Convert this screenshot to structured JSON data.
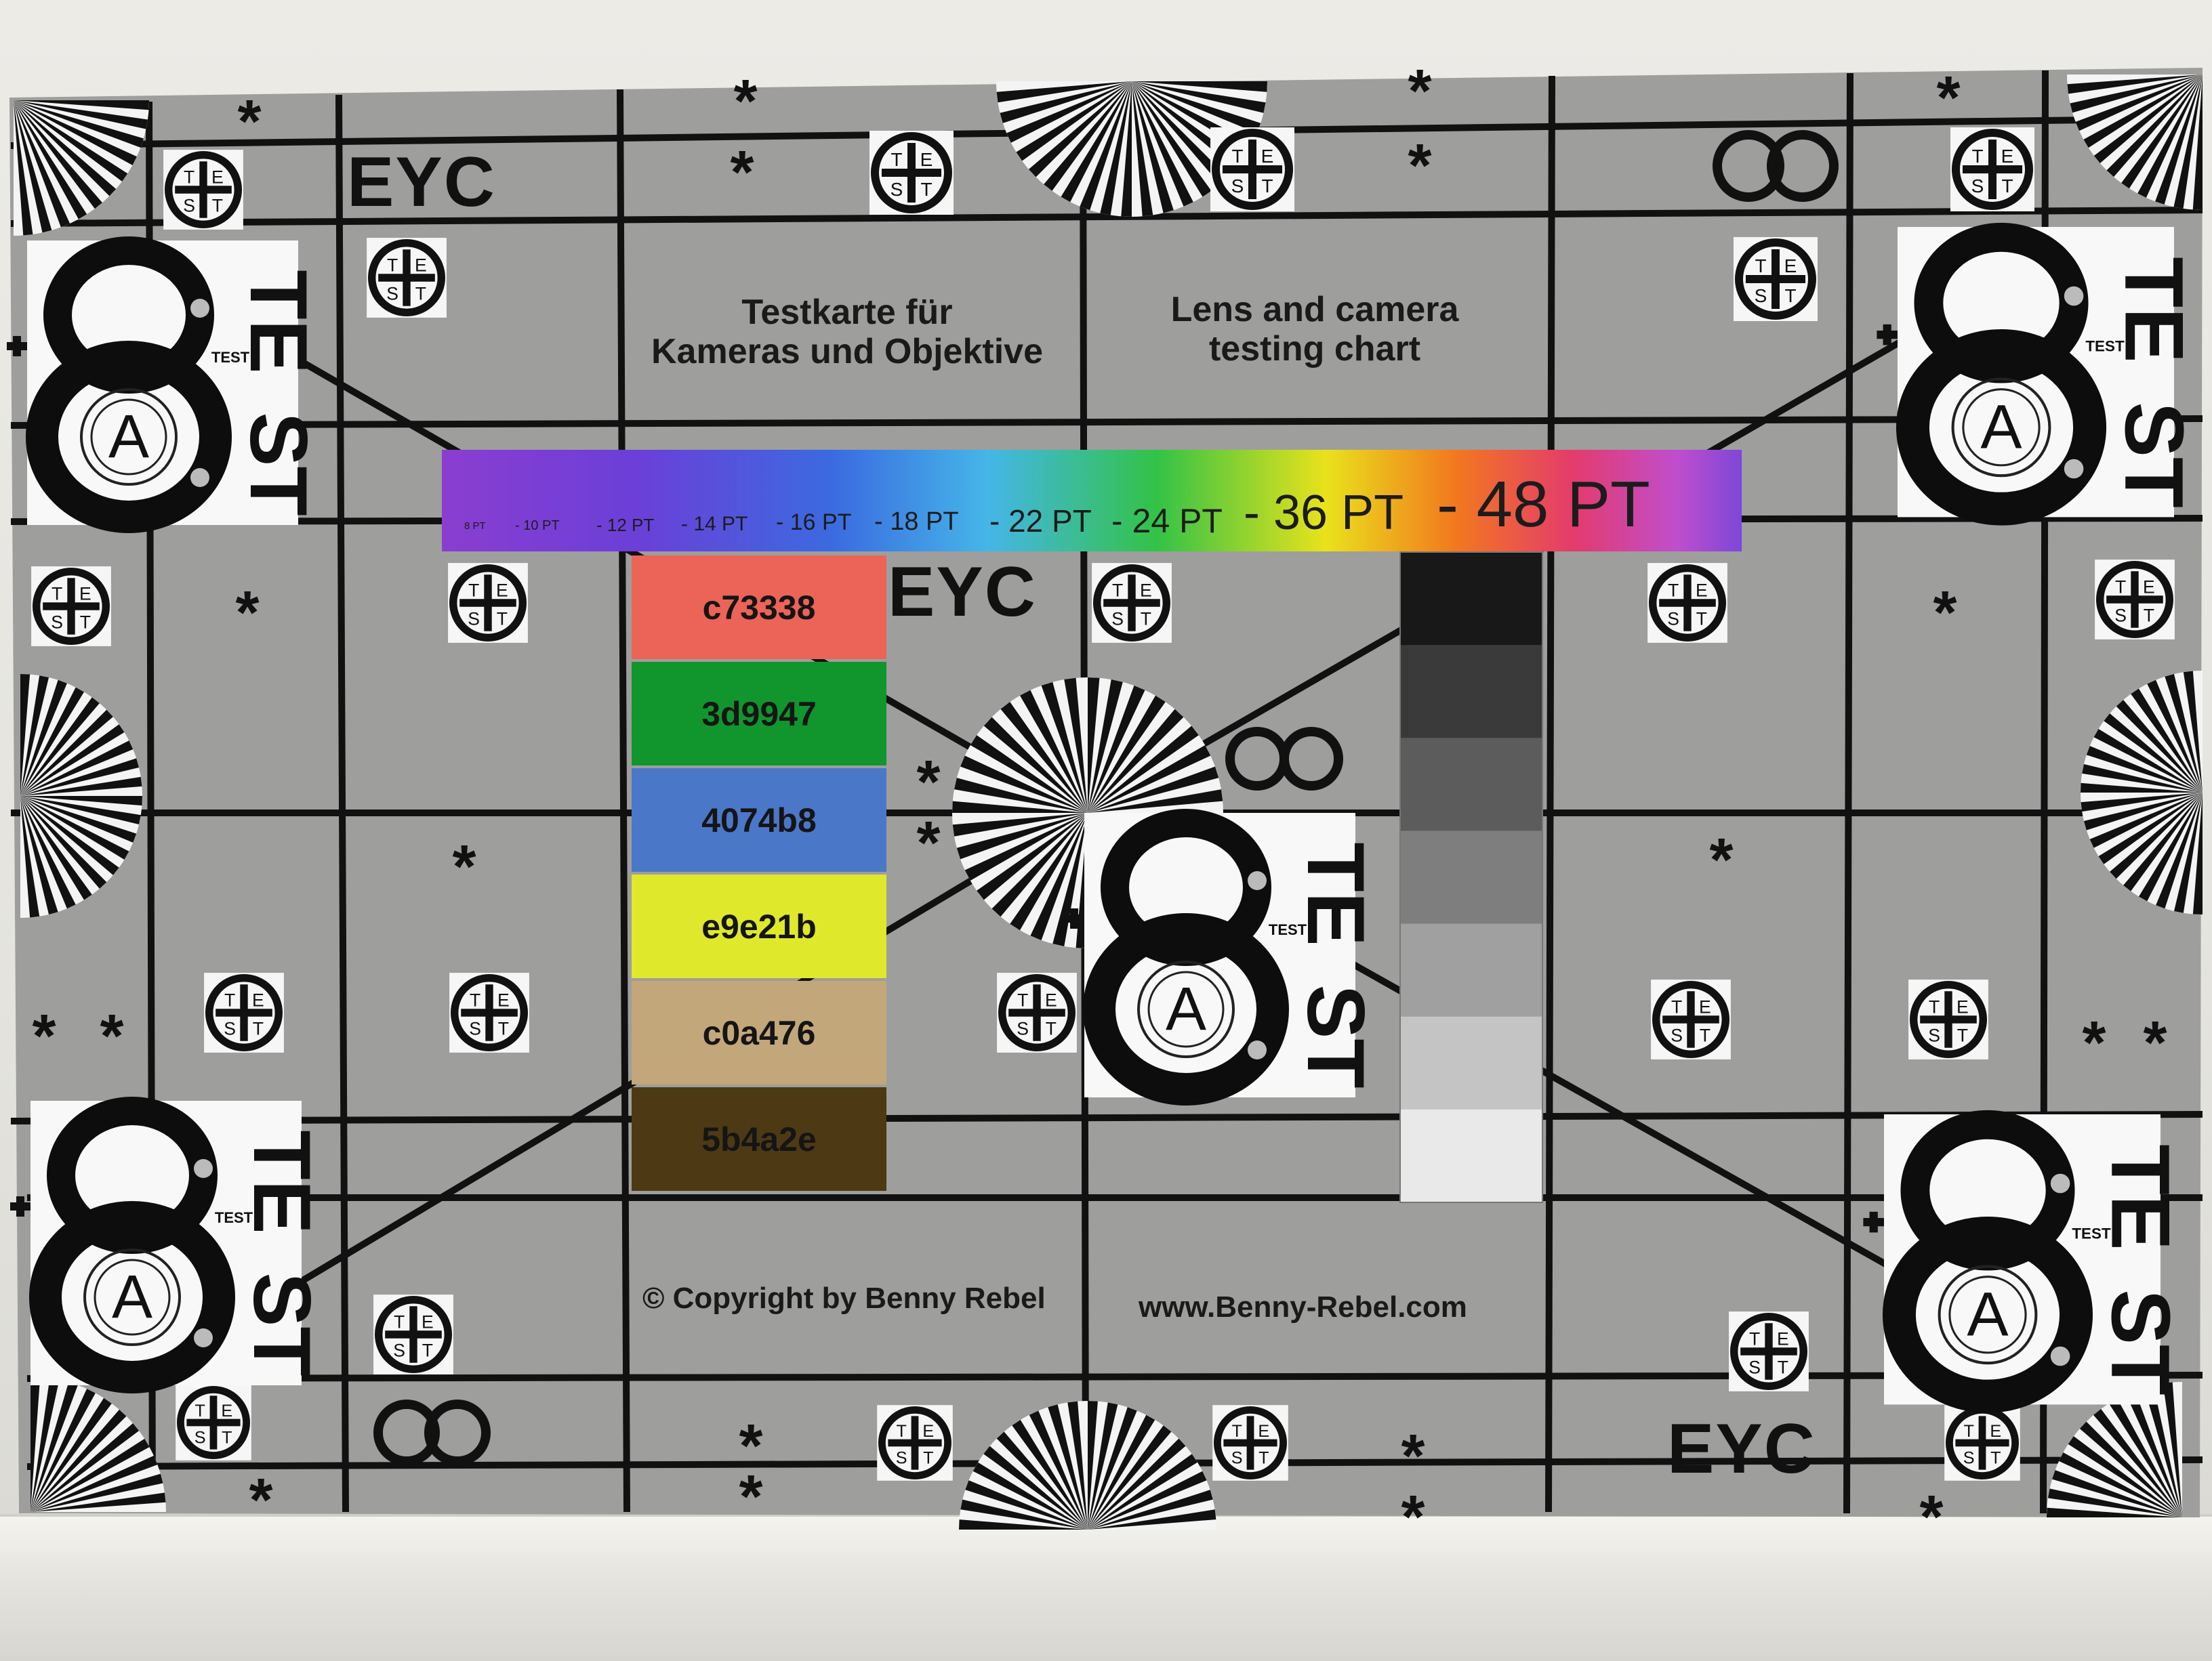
{
  "chart_title": {
    "de_line1": "Testkarte für",
    "de_line2": "Kameras und Objektive",
    "en_line1": "Lens and camera",
    "en_line2": "testing chart"
  },
  "brand_mark": "EYC",
  "footer": {
    "copyright": "© Copyright by Benny Rebel",
    "website": "www.Benny-Rebel.com"
  },
  "font_size_scale": {
    "labels": [
      "8 PT",
      "- 10 PT",
      "- 12 PT",
      "- 14 PT",
      "- 16 PT",
      "- 18 PT",
      "- 22 PT",
      "- 24 PT",
      "- 36 PT",
      "- 48 PT"
    ]
  },
  "color_swatches": [
    {
      "label": "c73338",
      "color": "#ec6358"
    },
    {
      "label": "3d9947",
      "color": "#11952d"
    },
    {
      "label": "4074b8",
      "color": "#4b77c9"
    },
    {
      "label": "e9e21b",
      "color": "#dfe82a"
    },
    {
      "label": "c0a476",
      "color": "#c2a77a"
    },
    {
      "label": "5b4a2e",
      "color": "#4d3a14"
    }
  ],
  "grayscale_steps": [
    "#181818",
    "#3a3a3a",
    "#5c5c5c",
    "#7e7e7e",
    "#a0a0a0",
    "#c4c4c4",
    "#e9e9e9"
  ],
  "target_glyph": {
    "letters": [
      "T",
      "E",
      "S",
      "T"
    ],
    "big_text": "TEST",
    "center_letter": "A",
    "digit": "8"
  }
}
